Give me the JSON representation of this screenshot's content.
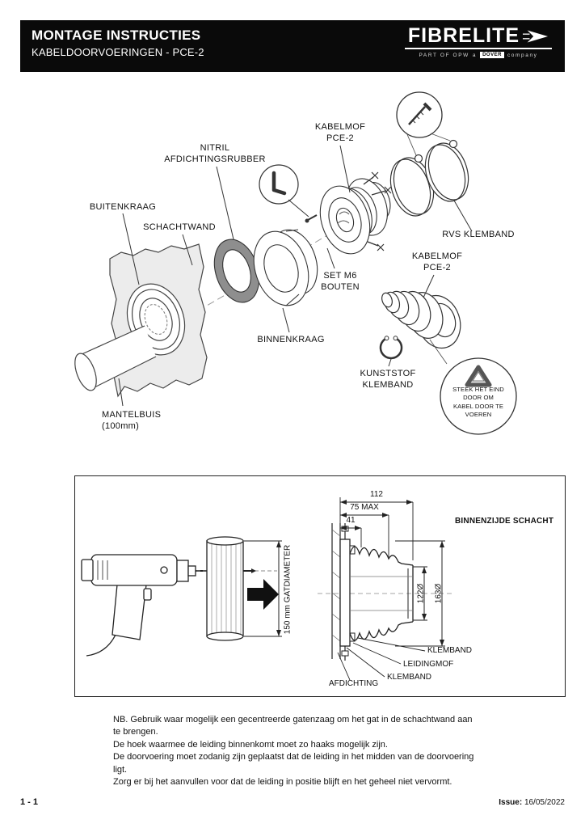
{
  "header": {
    "title": "MONTAGE INSTRUCTIES",
    "subtitle": "KABELDOORVOERINGEN - PCE-2",
    "logo": {
      "brand": "FIBRELITE",
      "tagline_part": "PART OF OPW",
      "tagline_a": "a",
      "tagline_dover": "DOVER",
      "tagline_company": "company"
    }
  },
  "exploded": {
    "labels": {
      "kabelmof_top": "KABELMOF\nPCE-2",
      "nitril": "NITRIL\nAFDICHTINGSRUBBER",
      "buitenkraag": "BUITENKRAAG",
      "schachtwand": "SCHACHTWAND",
      "rvs_klemband": "RVS KLEMBAND",
      "kabelmof_right": "KABELMOF\nPCE-2",
      "set_m6": "SET M6\nBOUTEN",
      "binnenkraag": "BINNENKRAAG",
      "kunststof": "KUNSTSTOF\nKLEMBAND",
      "steek_detail": "STEEK HET EIND\nDOOR OM\nKABEL DOOR TE\nVOEREN",
      "mantelbuis": "MANTELBUIS\n(100mm)"
    }
  },
  "install": {
    "dimensions": {
      "total": "112",
      "insert_max": "75 MAX",
      "flange": "41",
      "tube_dia": "122Ø",
      "outer_dia": "163Ø",
      "hole_dia": "150 mm GATDIAMETER"
    },
    "labels": {
      "binnenzijde": "BINNENZIJDE SCHACHT",
      "klemband_top": "KLEMBAND",
      "leidingmof": "LEIDINGMOF",
      "klemband_bottom": "KLEMBAND",
      "afdichting": "AFDICHTING"
    }
  },
  "notes": {
    "lines": [
      "NB. Gebruik waar mogelijk een gecentreerde gatenzaag om het gat in de schachtwand aan te brengen.",
      "De hoek waarmee de leiding binnenkomt moet zo haaks mogelijk zijn.",
      "De doorvoering moet zodanig zijn geplaatst dat de leiding in het midden van de doorvoering ligt.",
      "Zorg er bij het aanvullen voor dat de leiding in positie blijft en het geheel niet vervormt."
    ]
  },
  "footer": {
    "page": "1 - 1",
    "issue_label": "Issue:",
    "issue_value": "16/05/2022"
  }
}
